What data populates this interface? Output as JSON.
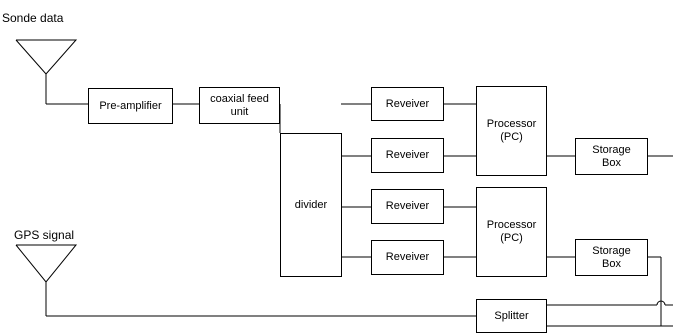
{
  "labels": {
    "sonde_data": "Sonde data",
    "gps_signal": "GPS signal"
  },
  "blocks": {
    "pre_amplifier": "Pre-amplifier",
    "coaxial_feed_unit": "coaxial feed\nunit",
    "divider": "divider",
    "receiver": "Reveiver",
    "processor": "Processor\n(PC)",
    "storage_box": "Storage\nBox",
    "splitter": "Splitter"
  },
  "colors": {
    "line": "#000000",
    "background": "#ffffff"
  }
}
